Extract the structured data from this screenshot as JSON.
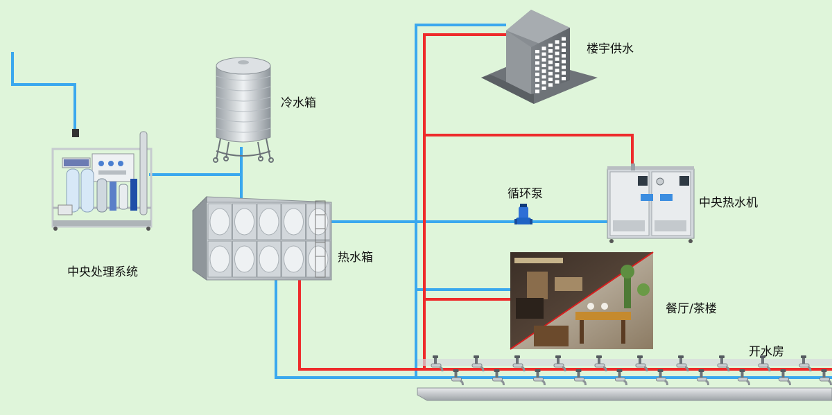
{
  "labels": {
    "treatment_system": "中央处理系统",
    "cold_tank": "冷水箱",
    "hot_tank": "热水箱",
    "building_supply": "楼宇供水",
    "pump": "循环泵",
    "central_heater": "中央热水机",
    "restaurant": "餐厅/茶楼",
    "boiling_room": "开水房"
  },
  "colors": {
    "background": "#dff5da",
    "cold_pipe": "#3aa8ee",
    "hot_pipe": "#ee2b2b",
    "pump": "#1f63c4"
  },
  "counts": {
    "faucets": 20
  }
}
